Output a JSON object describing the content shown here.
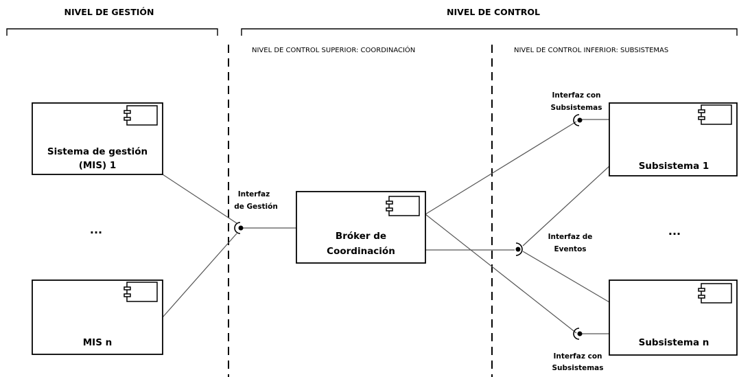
{
  "headers": {
    "management_level": "NIVEL DE GESTIÓN",
    "control_level": "NIVEL DE CONTROL",
    "upper_control": "NIVEL DE CONTROL SUPERIOR:  COORDINACIÓN",
    "lower_control": "NIVEL DE CONTROL INFERIOR:  SUBSISTEMAS"
  },
  "components": {
    "mis1": {
      "line1": "Sistema de gestión",
      "line2": "(MIS) 1"
    },
    "misn": {
      "line1": "MIS n"
    },
    "broker": {
      "line1": "Bróker de",
      "line2": "Coordinación"
    },
    "sub1": {
      "line1": "Subsistema 1"
    },
    "subn": {
      "line1": "Subsistema n"
    }
  },
  "interfaces": {
    "management": {
      "line1": "Interfaz",
      "line2": "de Gestión"
    },
    "subsystems_top": {
      "line1": "Interfaz con",
      "line2": "Subsistemas"
    },
    "events": {
      "line1": "Interfaz de",
      "line2": "Eventos"
    },
    "subsystems_bottom": {
      "line1": "Interfaz con",
      "line2": "Subsistemas"
    }
  },
  "ellipsis": {
    "left": "...",
    "right": "..."
  },
  "icons": [
    "component-icon"
  ]
}
